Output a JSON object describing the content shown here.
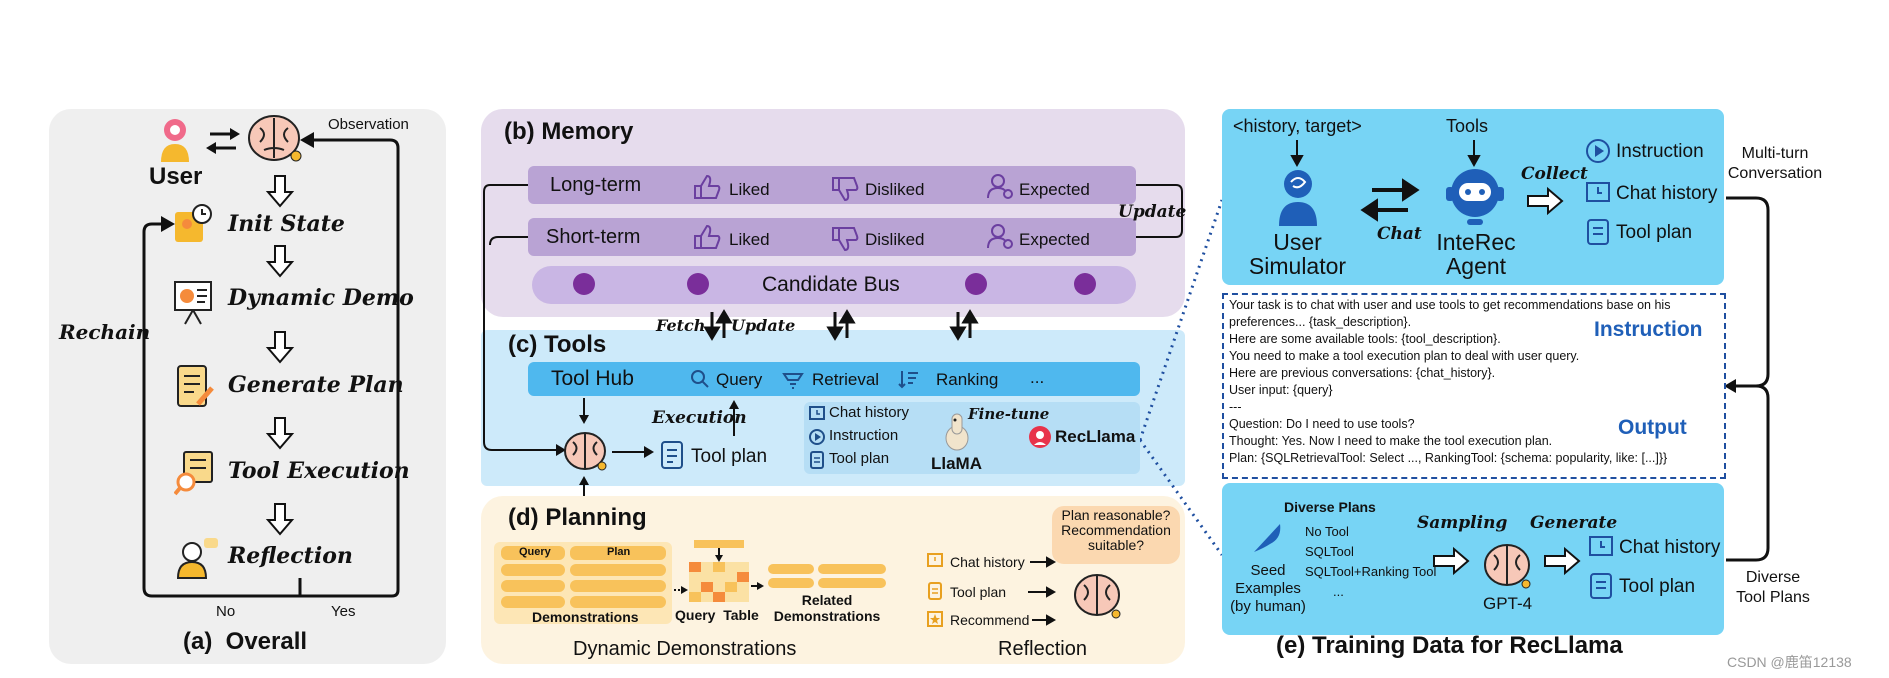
{
  "panel_a": {
    "user_label": "User",
    "observation": "Observation",
    "steps": [
      "Init State",
      "Dynamic Demo",
      "Generate Plan",
      "Tool Execution",
      "Reflection"
    ],
    "rechain": "Rechain",
    "no": "No",
    "yes": "Yes",
    "caption": "(a)  Overall"
  },
  "panel_b": {
    "title": "(b) Memory",
    "long_term": "Long-term",
    "short_term": "Short-term",
    "liked": "Liked",
    "disliked": "Disliked",
    "expected": "Expected",
    "update": "Update",
    "candidate_bus": "Candidate Bus"
  },
  "panel_c": {
    "title": "(c) Tools",
    "fetch": "Fetch",
    "update": "Update",
    "tool_hub": "Tool Hub",
    "query": "Query",
    "retrieval": "Retrieval",
    "ranking": "Ranking",
    "ellipsis": "...",
    "execution": "Execution",
    "tool_plan": "Tool plan",
    "chat_history": "Chat history",
    "instruction": "Instruction",
    "tool_plan_small": "Tool plan",
    "fine_tune": "Fine-tune",
    "llama": "LlaMA",
    "recllama": "RecLlama"
  },
  "panel_d": {
    "title": "(d) Planning",
    "query": "Query",
    "plan": "Plan",
    "demonstrations": "Demonstrations",
    "query_table": "Query  Table",
    "related_demos": "Related\nDemonstrations",
    "chat_history": "Chat history",
    "tool_plan": "Tool plan",
    "recommend": "Recommend",
    "bubble": "Plan reasonable?\nRecommendation\nsuitable?",
    "dyn_caption": "Dynamic Demonstrations",
    "refl_caption": "Reflection"
  },
  "panel_e": {
    "history_target": "<history, target>",
    "tools": "Tools",
    "user_simulator": "User\nSimulator",
    "chat": "Chat",
    "interec_agent": "InteRec\nAgent",
    "collect": "Collect",
    "instruction": "Instruction",
    "chat_history": "Chat history",
    "tool_plan": "Tool plan",
    "multi_turn": "Multi-turn\nConversation",
    "prompt_lines": [
      "Your task is to chat with user and use tools to get recommendations base on his",
      "preferences... {task_description}.",
      "Here are some available tools: {tool_description}.",
      "You need to make a tool execution plan to deal with user query.",
      "Here are previous conversations: {chat_history}.",
      "User input: {query}",
      "---",
      "Question: Do I need to use tools?",
      "Thought: Yes. Now I need to make the tool execution plan.",
      "Plan: {SQLRetrievalTool: Select ...,  RankingTool: {schema: popularity, like: [...]}}"
    ],
    "instruction_tag": "Instruction",
    "output_tag": "Output",
    "diverse_plans": "Diverse Plans",
    "plans_list": [
      "No Tool",
      "SQLTool",
      "SQLTool+Ranking Tool",
      "..."
    ],
    "seed_examples": "Seed\nExamples\n(by human)",
    "sampling": "Sampling",
    "generate": "Generate",
    "gpt4": "GPT-4",
    "chat_history2": "Chat history",
    "tool_plan2": "Tool plan",
    "diverse_tool_plans": "Diverse\nTool Plans",
    "caption": "(e) Training Data for RecLlama"
  },
  "watermark": "CSDN @鹿笛12138",
  "colors": {
    "panel_a_bg": "#efefef",
    "memory_bg": "#e6dced",
    "memory_bar": "#b9a3d4",
    "tools_bg": "#cdeafa",
    "tool_hub": "#4fb8ee",
    "planning_bg": "#fdf3e0",
    "panel_e_bg": "#77d4f5",
    "accent_blue": "#1f5fb8"
  }
}
